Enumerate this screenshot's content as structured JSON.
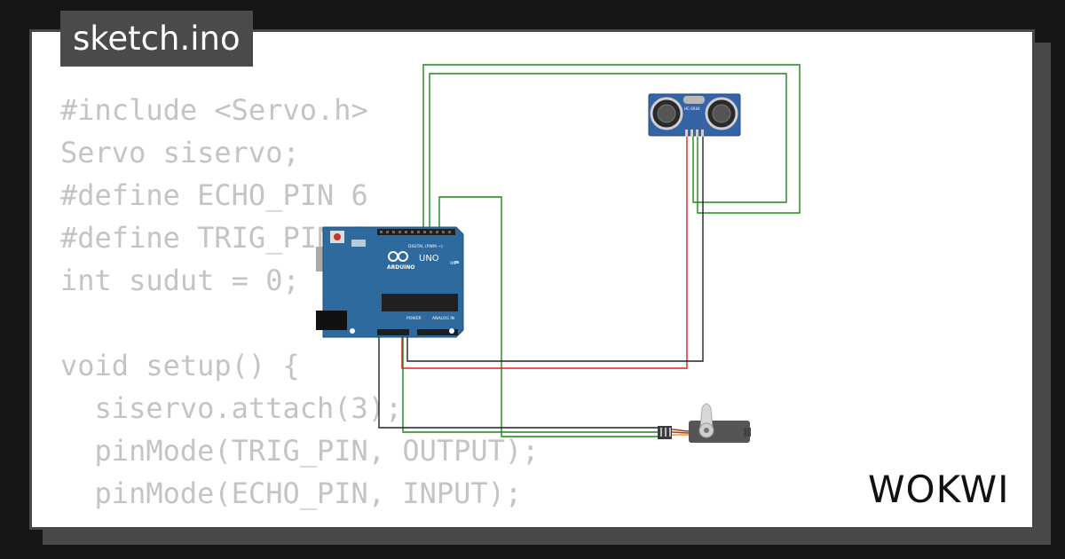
{
  "file_tab": {
    "label": "sketch.ino"
  },
  "code_lines": [
    "#include <Servo.h>",
    "Servo siservo;",
    "#define ECHO_PIN 6",
    "#define TRIG_PIN 7",
    "int sudut = 0;",
    "",
    "void setup() {",
    "  siservo.attach(3);",
    "  pinMode(TRIG_PIN, OUTPUT);",
    "  pinMode(ECHO_PIN, INPUT);"
  ],
  "board": {
    "uno_label": "UNO",
    "brand_label": "ARDUINO",
    "digital_label": "DIGITAL (PWM ~)",
    "power_label": "POWER",
    "analog_label": "ANALOG IN",
    "on_label": "ON"
  },
  "sensor": {
    "model_label": "HC-SR04"
  },
  "brand": {
    "logo_text": "WOKWI"
  },
  "colors": {
    "background": "#161616",
    "card": "#ffffff",
    "frame": "#484848",
    "code_text": "#c4c4c4",
    "board_blue": "#2f6a9e",
    "wire_green": "#1a8a1a",
    "wire_red": "#e02020",
    "wire_black": "#222222"
  }
}
